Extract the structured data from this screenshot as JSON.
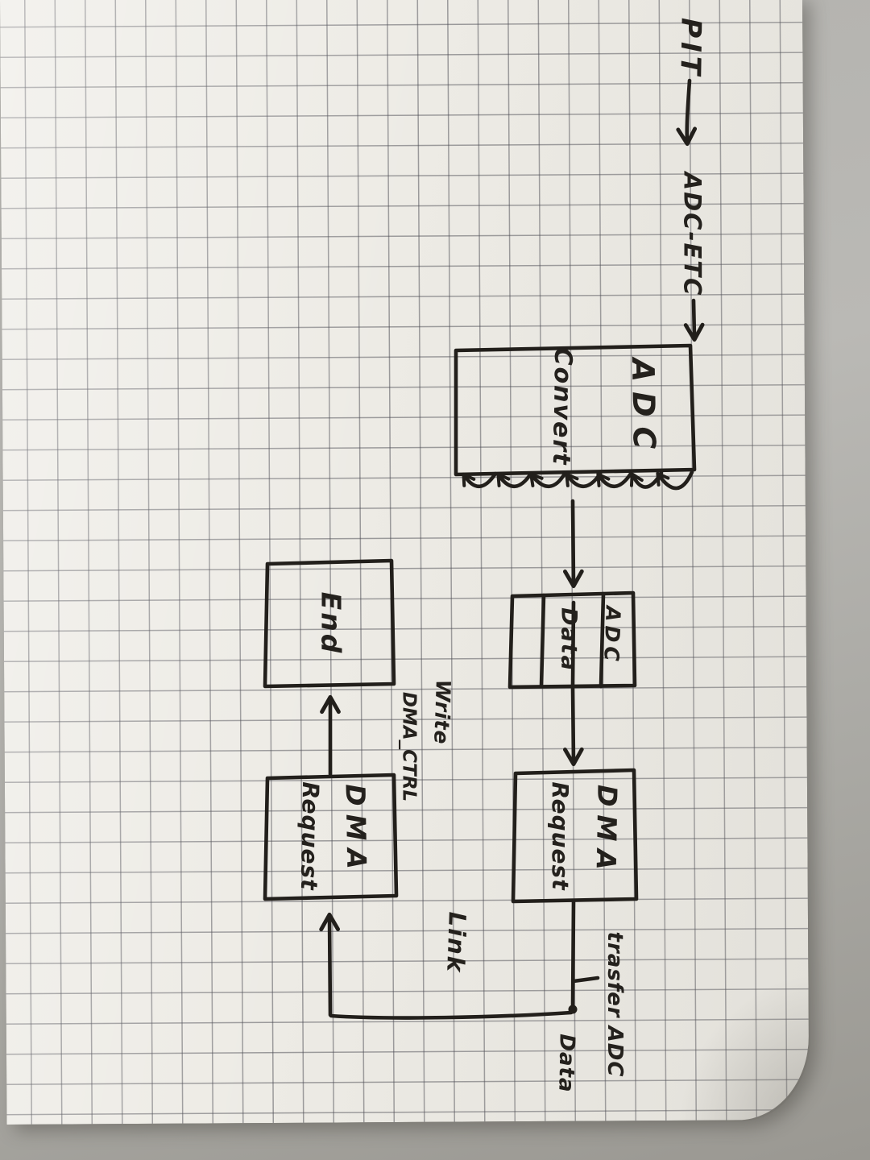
{
  "scene": {
    "kind": "hand-drawn flowchart on squared notebook paper, page rotated 90 degrees in photo"
  },
  "labels": {
    "pit": "PIT",
    "adc_etc": "ADC-ETC",
    "adc_convert_line1": "ADC",
    "adc_convert_line2": "Convert",
    "adc_data_line1": "ADC",
    "adc_data_line2": "Data",
    "dma_request_right_line1": "DMA",
    "dma_request_right_line2": "Request",
    "dma_request_left_line1": "DMA",
    "dma_request_left_line2": "Request",
    "end": "End",
    "write_annotation_line1": "Write",
    "write_annotation_line2": "DMA_CTRL",
    "link_annotation": "Link",
    "transfer_annotation_line1": "trasfer ADC",
    "transfer_annotation_line2": "Data"
  },
  "colors": {
    "ink": "#221f1b",
    "paper": "#edebe5",
    "grid_line": "#48485055",
    "desk_background": "#aaa9a4"
  }
}
